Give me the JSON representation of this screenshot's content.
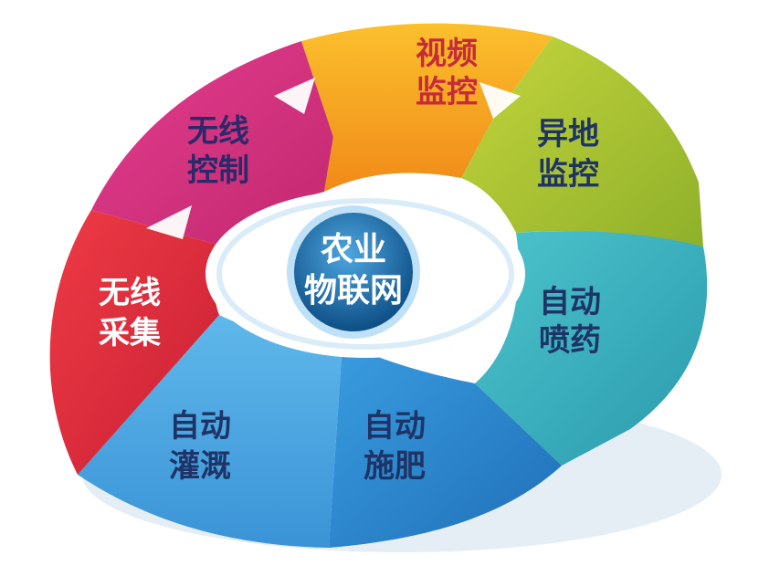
{
  "center": {
    "line1": "农业",
    "line2": "物联网"
  },
  "segments": [
    {
      "id": "video-monitoring",
      "line1": "视频",
      "line2": "监控",
      "color": "#f5a21c",
      "text_color": "#c62b3a"
    },
    {
      "id": "remote-monitoring",
      "line1": "异地",
      "line2": "监控",
      "color": "#a9c332",
      "text_color": "#1f3466"
    },
    {
      "id": "auto-spraying",
      "line1": "自动",
      "line2": "喷药",
      "color": "#3fb3bf",
      "text_color": "#1f3466"
    },
    {
      "id": "auto-fertilizing",
      "line1": "自动",
      "line2": "施肥",
      "color": "#2e8fd2",
      "text_color": "#1f3466"
    },
    {
      "id": "auto-irrigation",
      "line1": "自动",
      "line2": "灌溉",
      "color": "#4aa9e3",
      "text_color": "#1f3466"
    },
    {
      "id": "wireless-collection",
      "line1": "无线",
      "line2": "采集",
      "color": "#dd2a3b",
      "text_color": "#ffffff"
    },
    {
      "id": "wireless-control",
      "line1": "无线",
      "line2": "控制",
      "color": "#d92f7e",
      "text_color": "#2a2a6a"
    }
  ],
  "colors": {
    "center_fill": "#1a6aa8",
    "center_ring": "#bfe1f7",
    "arrow": "#ffffff"
  }
}
